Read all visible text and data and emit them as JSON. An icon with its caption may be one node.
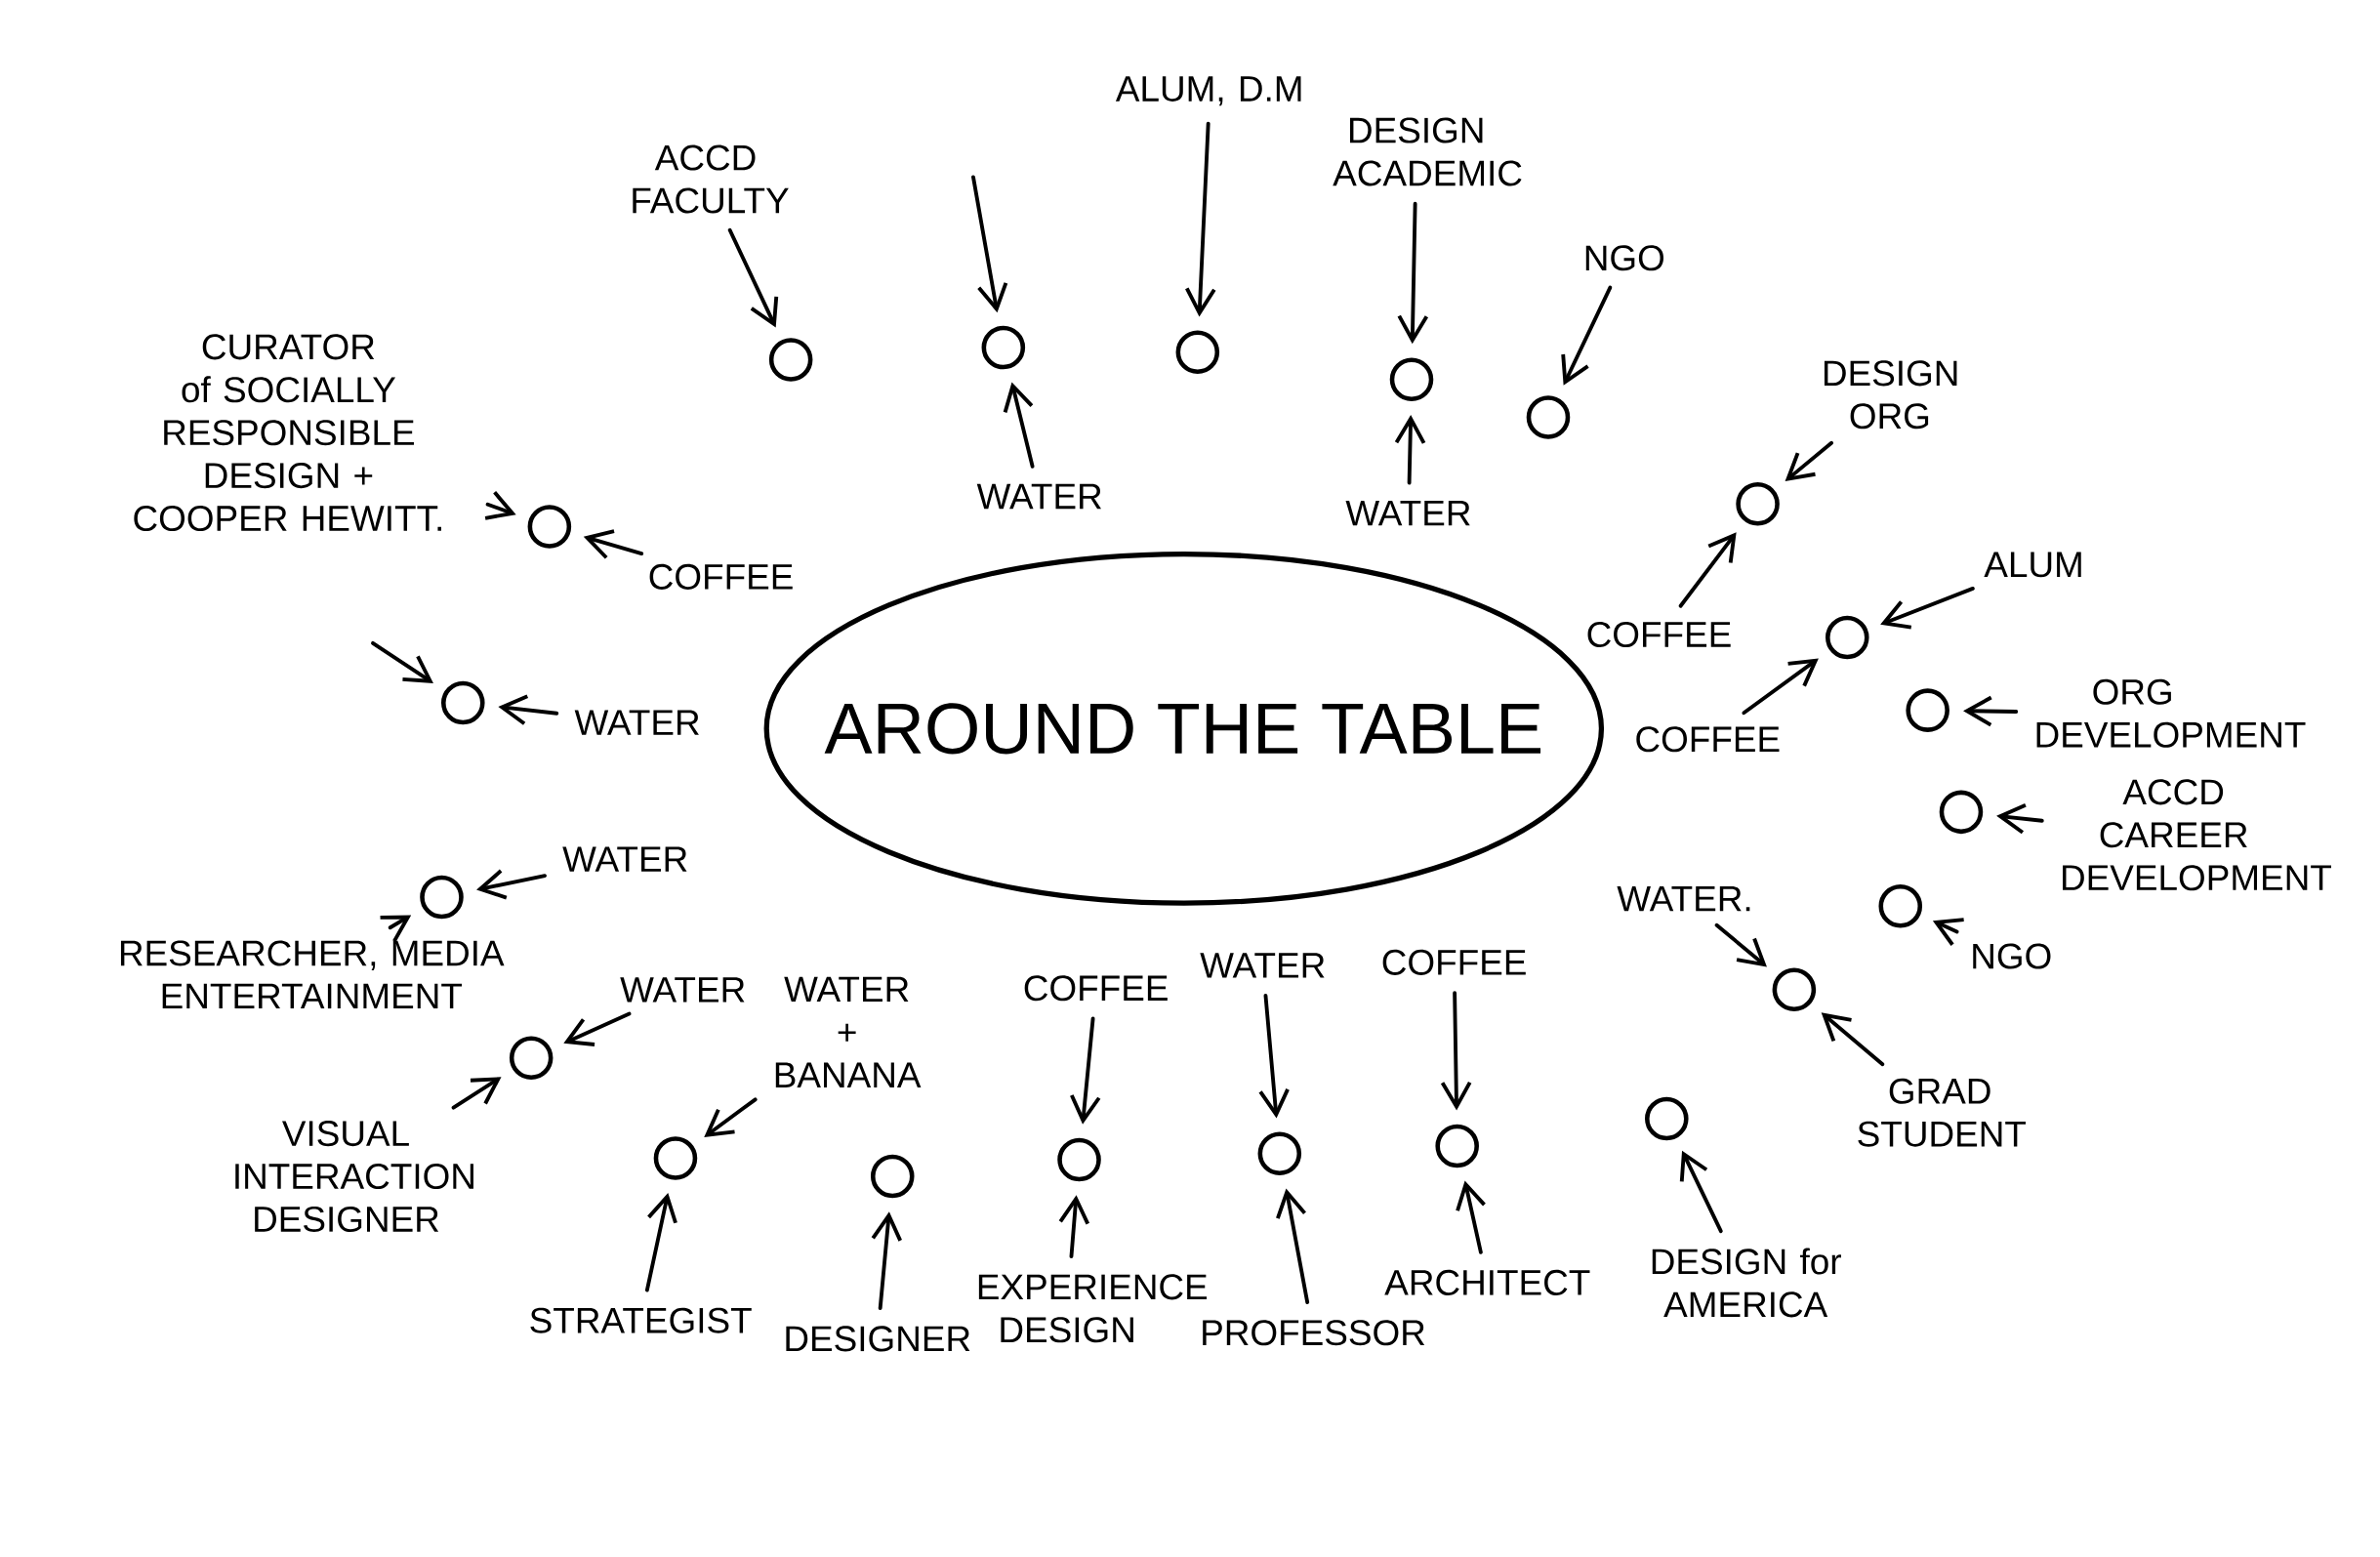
{
  "diagram": {
    "nodes": [
      {
        "text": [
          "AROUND THE TABLE"
        ]
      },
      {
        "text": [
          "ACCD FACULTY"
        ]
      },
      {
        "text": [],
        "shape": "circle"
      },
      {
        "text": [],
        "shape": "circle"
      },
      {
        "text": [
          "WATER"
        ]
      },
      {
        "text": [
          "ALUM, D.M"
        ]
      },
      {
        "text": [],
        "shape": "circle"
      },
      {
        "text": [
          "DESIGN ACADEMIC"
        ]
      },
      {
        "text": [],
        "shape": "circle"
      },
      {
        "text": [
          "WATER"
        ]
      },
      {
        "text": [
          "NGO"
        ]
      },
      {
        "text": [],
        "shape": "circle"
      },
      {
        "text": [
          "DESIGN ORG"
        ]
      },
      {
        "text": [],
        "shape": "circle"
      },
      {
        "text": [
          "COFFEE"
        ]
      },
      {
        "text": [
          "ALUM"
        ]
      },
      {
        "text": [],
        "shape": "circle"
      },
      {
        "text": [
          "COFFEE"
        ]
      },
      {
        "text": [
          "ORG DEVELOPMENT"
        ]
      },
      {
        "text": [],
        "shape": "circle"
      },
      {
        "text": [
          "ACCD CAREER DEVELOPMENT"
        ]
      },
      {
        "text": [],
        "shape": "circle"
      },
      {
        "text": [
          "NGO"
        ]
      },
      {
        "text": [],
        "shape": "circle"
      },
      {
        "text": [
          "WATER."
        ]
      },
      {
        "text": [],
        "shape": "circle"
      },
      {
        "text": [
          "GRAD STUDENT"
        ]
      },
      {
        "text": [],
        "shape": "circle"
      },
      {
        "text": [
          "DESIGN for AMERICA"
        ]
      },
      {
        "text": [
          "COFFEE"
        ]
      },
      {
        "text": [],
        "shape": "circle"
      },
      {
        "text": [
          "ARCHITECT"
        ]
      },
      {
        "text": [
          "WATER"
        ]
      },
      {
        "text": [],
        "shape": "circle"
      },
      {
        "text": [
          "PROFESSOR"
        ]
      },
      {
        "text": [
          "COFFEE"
        ]
      },
      {
        "text": [],
        "shape": "circle"
      },
      {
        "text": [
          "EXPERIENCE DESIGN"
        ]
      },
      {
        "text": [],
        "shape": "circle"
      },
      {
        "text": [
          "DESIGNER"
        ]
      },
      {
        "text": [
          "WATER + BANANA"
        ]
      },
      {
        "text": [],
        "shape": "circle"
      },
      {
        "text": [
          "STRATEGIST"
        ]
      },
      {
        "text": [
          "WATER"
        ]
      },
      {
        "text": [],
        "shape": "circle"
      },
      {
        "text": [
          "VISUAL INTERACTION DESIGNER"
        ]
      },
      {
        "text": [
          "WATER"
        ]
      },
      {
        "text": [],
        "shape": "circle"
      },
      {
        "text": [
          "RESEARCHER, MEDIA ENTERTAINMENT"
        ]
      },
      {
        "text": [],
        "shape": "circle"
      },
      {
        "text": [
          "WATER"
        ]
      },
      {
        "text": [
          "CURATOR of SOCIALLY RESPONSIBLE DESIGN + COOPER HEWITT."
        ]
      },
      {
        "text": [],
        "shape": "circle"
      },
      {
        "text": [
          "COFFEE"
        ]
      }
    ],
    "edges": [
      {
        "from": 1,
        "to": 2,
        "arrow": "to"
      },
      {
        "from": null,
        "to": 3,
        "arrow": "to"
      },
      {
        "from": 4,
        "to": 3,
        "arrow": "to"
      },
      {
        "from": 5,
        "to": 6,
        "arrow": "to"
      },
      {
        "from": 7,
        "to": 8,
        "arrow": "to"
      },
      {
        "from": 9,
        "to": 8,
        "arrow": "to"
      },
      {
        "from": 10,
        "to": 11,
        "arrow": "to"
      },
      {
        "from": 12,
        "to": 13,
        "arrow": "to"
      },
      {
        "from": 14,
        "to": 13,
        "arrow": "to"
      },
      {
        "from": 15,
        "to": 16,
        "arrow": "to"
      },
      {
        "from": 17,
        "to": 16,
        "arrow": "to"
      },
      {
        "from": 18,
        "to": 19,
        "arrow": "to"
      },
      {
        "from": 20,
        "to": 21,
        "arrow": "to"
      },
      {
        "from": 22,
        "to": 23,
        "arrow": "to"
      },
      {
        "from": 24,
        "to": 25,
        "arrow": "to"
      },
      {
        "from": 26,
        "to": 25,
        "arrow": "to"
      },
      {
        "from": 28,
        "to": 27,
        "arrow": "to"
      },
      {
        "from": 29,
        "to": 30,
        "arrow": "to"
      },
      {
        "from": 31,
        "to": 30,
        "arrow": "to"
      },
      {
        "from": 32,
        "to": 33,
        "arrow": "to"
      },
      {
        "from": 34,
        "to": 33,
        "arrow": "to"
      },
      {
        "from": 35,
        "to": 36,
        "arrow": "to"
      },
      {
        "from": 37,
        "to": 36,
        "arrow": "to"
      },
      {
        "from": 39,
        "to": 38,
        "arrow": "to"
      },
      {
        "from": 40,
        "to": 41,
        "arrow": "to"
      },
      {
        "from": 42,
        "to": 41,
        "arrow": "to"
      },
      {
        "from": 43,
        "to": 44,
        "arrow": "to"
      },
      {
        "from": 45,
        "to": 44,
        "arrow": "to"
      },
      {
        "from": 46,
        "to": 47,
        "arrow": "to"
      },
      {
        "from": 48,
        "to": 47,
        "arrow": "to"
      },
      {
        "from": null,
        "to": 49,
        "arrow": "to"
      },
      {
        "from": 50,
        "to": 49,
        "arrow": "to"
      },
      {
        "from": 51,
        "to": 52,
        "arrow": "to"
      },
      {
        "from": 53,
        "to": 52,
        "arrow": "to"
      }
    ]
  }
}
